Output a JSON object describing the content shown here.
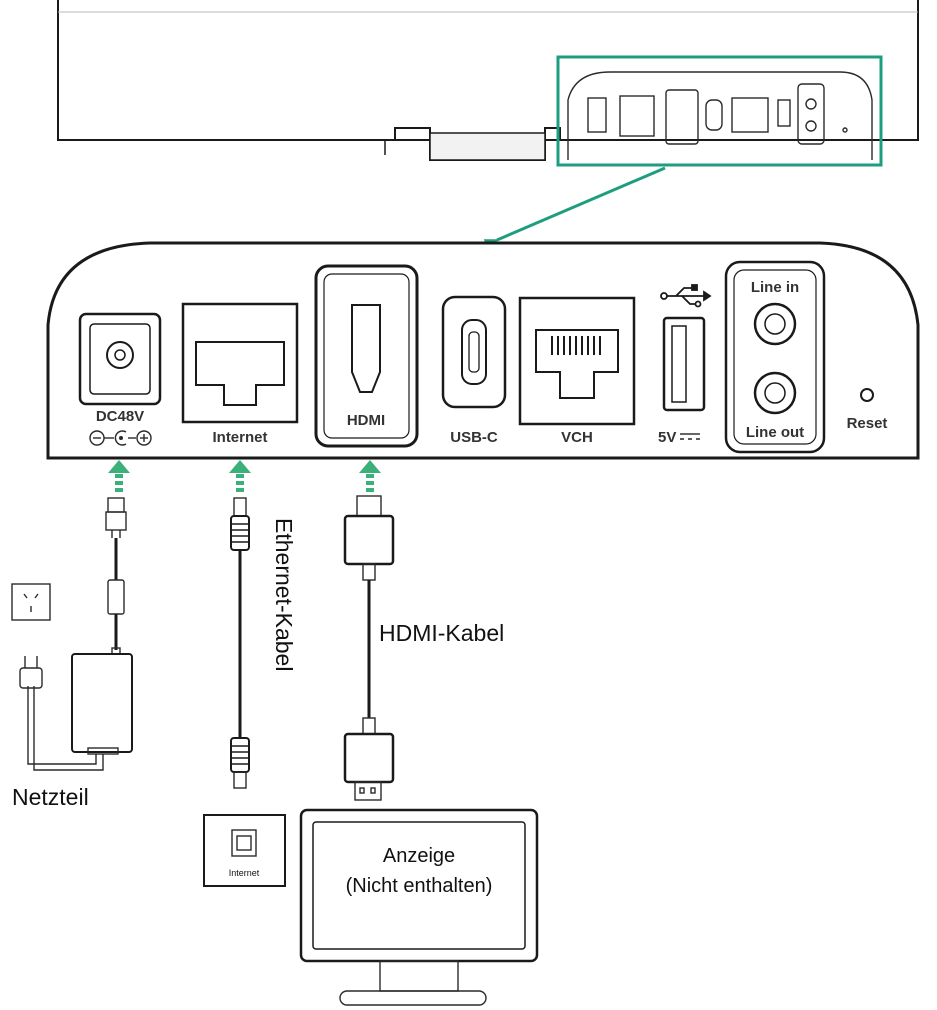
{
  "ports": {
    "dc": "DC48V",
    "internet": "Internet",
    "hdmi": "HDMI",
    "usbc": "USB-C",
    "vch": "VCH",
    "usb5v": "5V",
    "line_in": "Line in",
    "line_out": "Line out",
    "reset": "Reset"
  },
  "cables": {
    "ethernet": "Ethernet-Kabel",
    "hdmi": "HDMI-Kabel",
    "power": "Netzteil"
  },
  "wall_jack_label": "Internet",
  "display": {
    "line1": "Anzeige",
    "line2": "(Nicht enthalten)"
  },
  "colors": {
    "accent_green": "#1e9e7e",
    "arrow_green": "#3bb07a",
    "outline": "#1a1a1a"
  }
}
